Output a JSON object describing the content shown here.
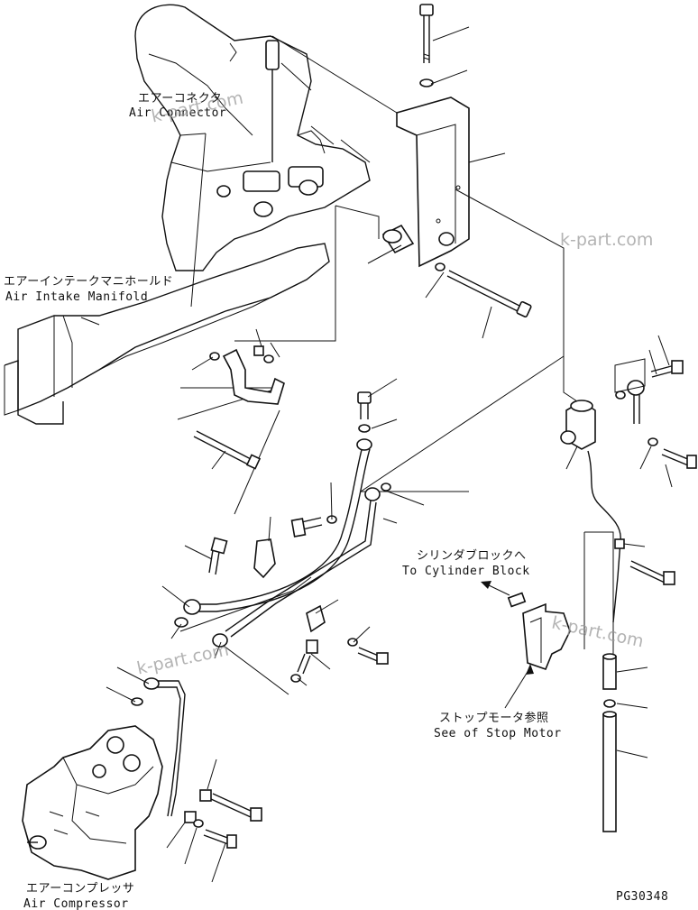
{
  "labels": {
    "air_connector_jp": "エアーコネクタ",
    "air_connector_en": "Air Connector",
    "manifold_jp": "エアーインテークマニホールド",
    "manifold_en": "Air Intake Manifold",
    "cyl_block_jp": "シリンダブロックへ",
    "cyl_block_en": "To Cylinder Block",
    "stop_motor_jp": "ストップモータ参照",
    "stop_motor_en": "See of Stop Motor",
    "compressor_jp": "エアーコンプレッサ",
    "compressor_en": "Air Compressor",
    "drawing_code": "PG30348"
  },
  "watermarks": [
    "k-part.com",
    "k-part.com",
    "k-part.com",
    "k-part.com"
  ]
}
